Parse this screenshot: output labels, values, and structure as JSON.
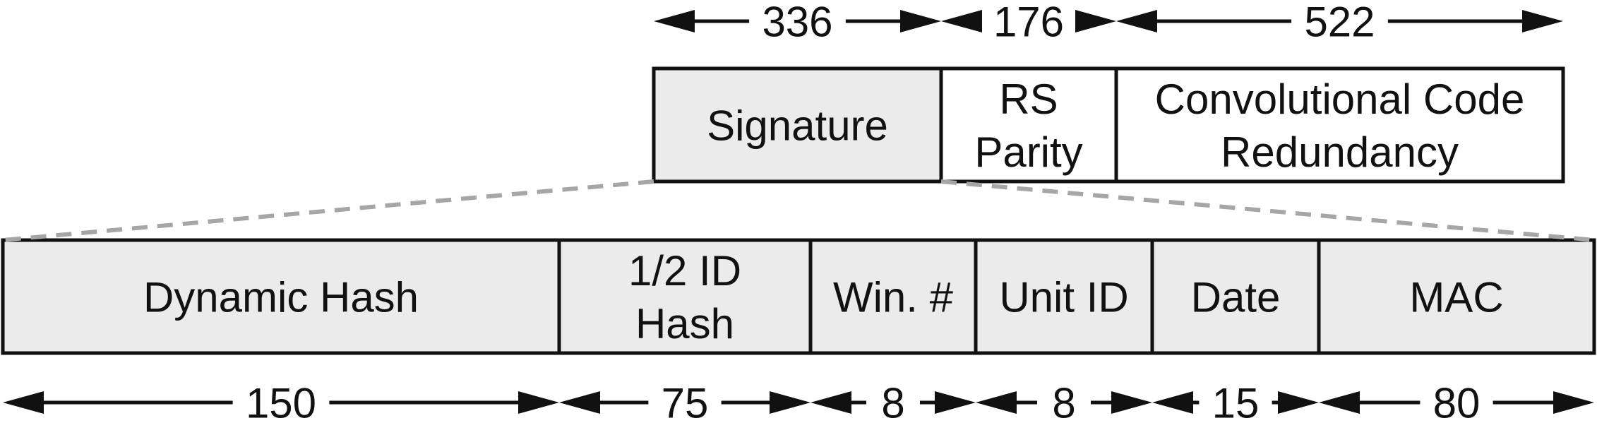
{
  "top_row": {
    "widths": [
      "336",
      "176",
      "522"
    ],
    "fields": [
      {
        "lines": [
          "Signature"
        ],
        "fill": "#ebebeb"
      },
      {
        "lines": [
          "RS",
          "Parity"
        ],
        "fill": "#ffffff"
      },
      {
        "lines": [
          "Convolutional Code",
          "Redundancy"
        ],
        "fill": "#ffffff"
      }
    ]
  },
  "bottom_row": {
    "widths": [
      "150",
      "75",
      "8",
      "8",
      "15",
      "80"
    ],
    "fields": [
      {
        "lines": [
          "Dynamic Hash"
        ],
        "fill": "#ebebeb"
      },
      {
        "lines": [
          "1/2 ID",
          "Hash"
        ],
        "fill": "#ebebeb"
      },
      {
        "lines": [
          "Win. #"
        ],
        "fill": "#ebebeb"
      },
      {
        "lines": [
          "Unit ID"
        ],
        "fill": "#ebebeb"
      },
      {
        "lines": [
          "Date"
        ],
        "fill": "#ebebeb"
      },
      {
        "lines": [
          "MAC"
        ],
        "fill": "#ebebeb"
      }
    ]
  },
  "colors": {
    "stroke": "#111111",
    "expansion_dash": "#a6a6a6"
  }
}
